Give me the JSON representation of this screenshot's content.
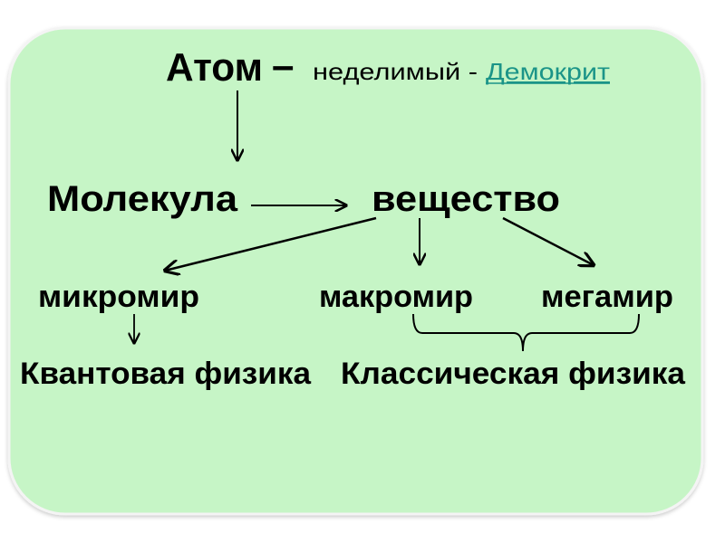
{
  "diagram": {
    "atom": "Атом",
    "dash": "–",
    "atom_desc": "неделимый -",
    "atom_link": "Демокрит",
    "molecule": "Молекула",
    "substance": "вещество",
    "microworld": "микромир",
    "macroworld": "макромир",
    "megaworld": "мегамир",
    "quantum_physics": "Квантовая физика",
    "classical_physics": "Классическая физика"
  },
  "colors": {
    "panel": "#c6f5c6",
    "link": "#1b9488"
  }
}
